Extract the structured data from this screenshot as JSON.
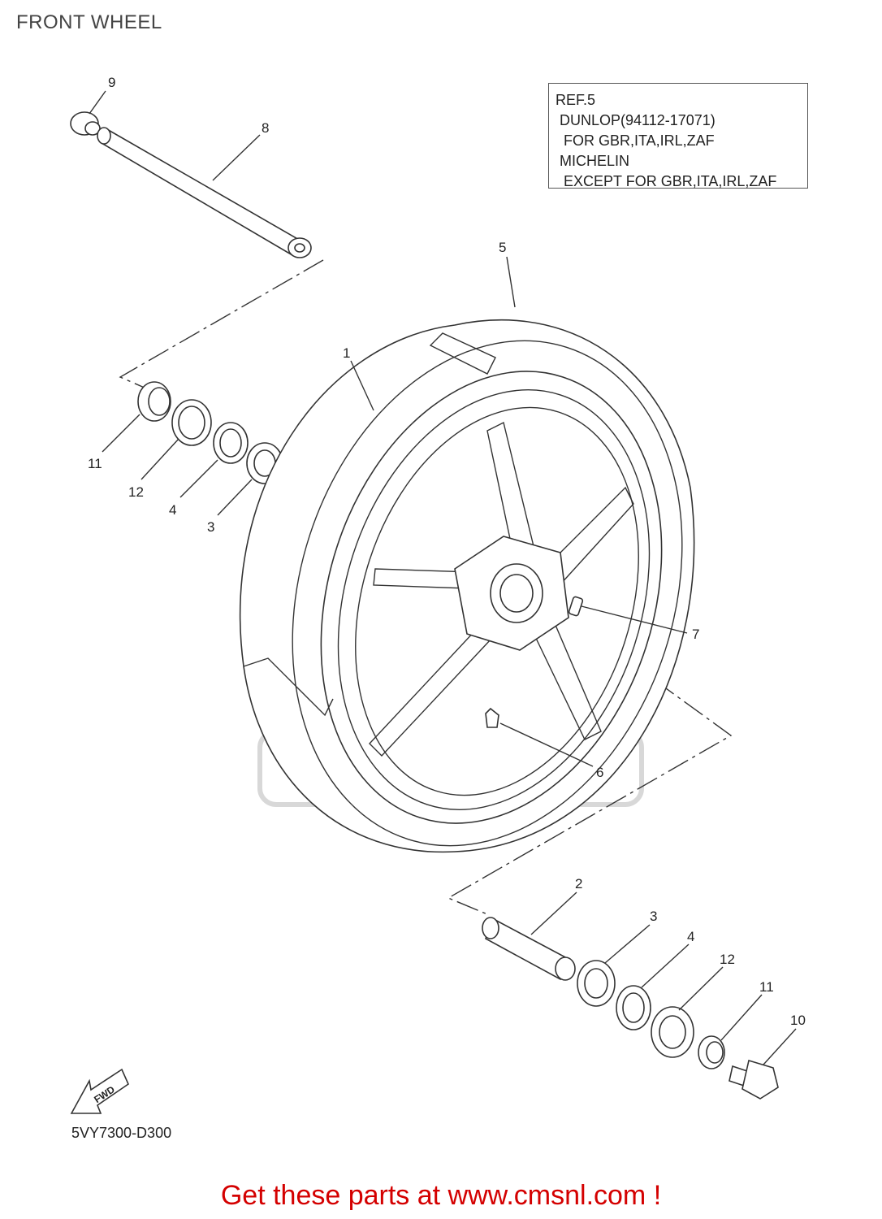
{
  "page": {
    "title": "FRONT WHEEL"
  },
  "ref_note": {
    "lines": [
      "REF.5",
      " DUNLOP(94112-17071)",
      "  FOR GBR,ITA,IRL,ZAF",
      " MICHELIN",
      "  EXCEPT FOR GBR,ITA,IRL,ZAF"
    ]
  },
  "callouts": [
    {
      "part": "9"
    },
    {
      "part": "8"
    },
    {
      "part": "5"
    },
    {
      "part": "1"
    },
    {
      "part": "11"
    },
    {
      "part": "12"
    },
    {
      "part": "4"
    },
    {
      "part": "3"
    },
    {
      "part": "7"
    },
    {
      "part": "6"
    },
    {
      "part": "2"
    },
    {
      "part": "3"
    },
    {
      "part": "4"
    },
    {
      "part": "12"
    },
    {
      "part": "11"
    },
    {
      "part": "10"
    }
  ],
  "fwd_badge": {
    "label": "FWD"
  },
  "diagram_code": "5VY7300-D300",
  "footer": {
    "text": "Get these parts at www.cmsnl.com !",
    "color": "#d40000"
  }
}
